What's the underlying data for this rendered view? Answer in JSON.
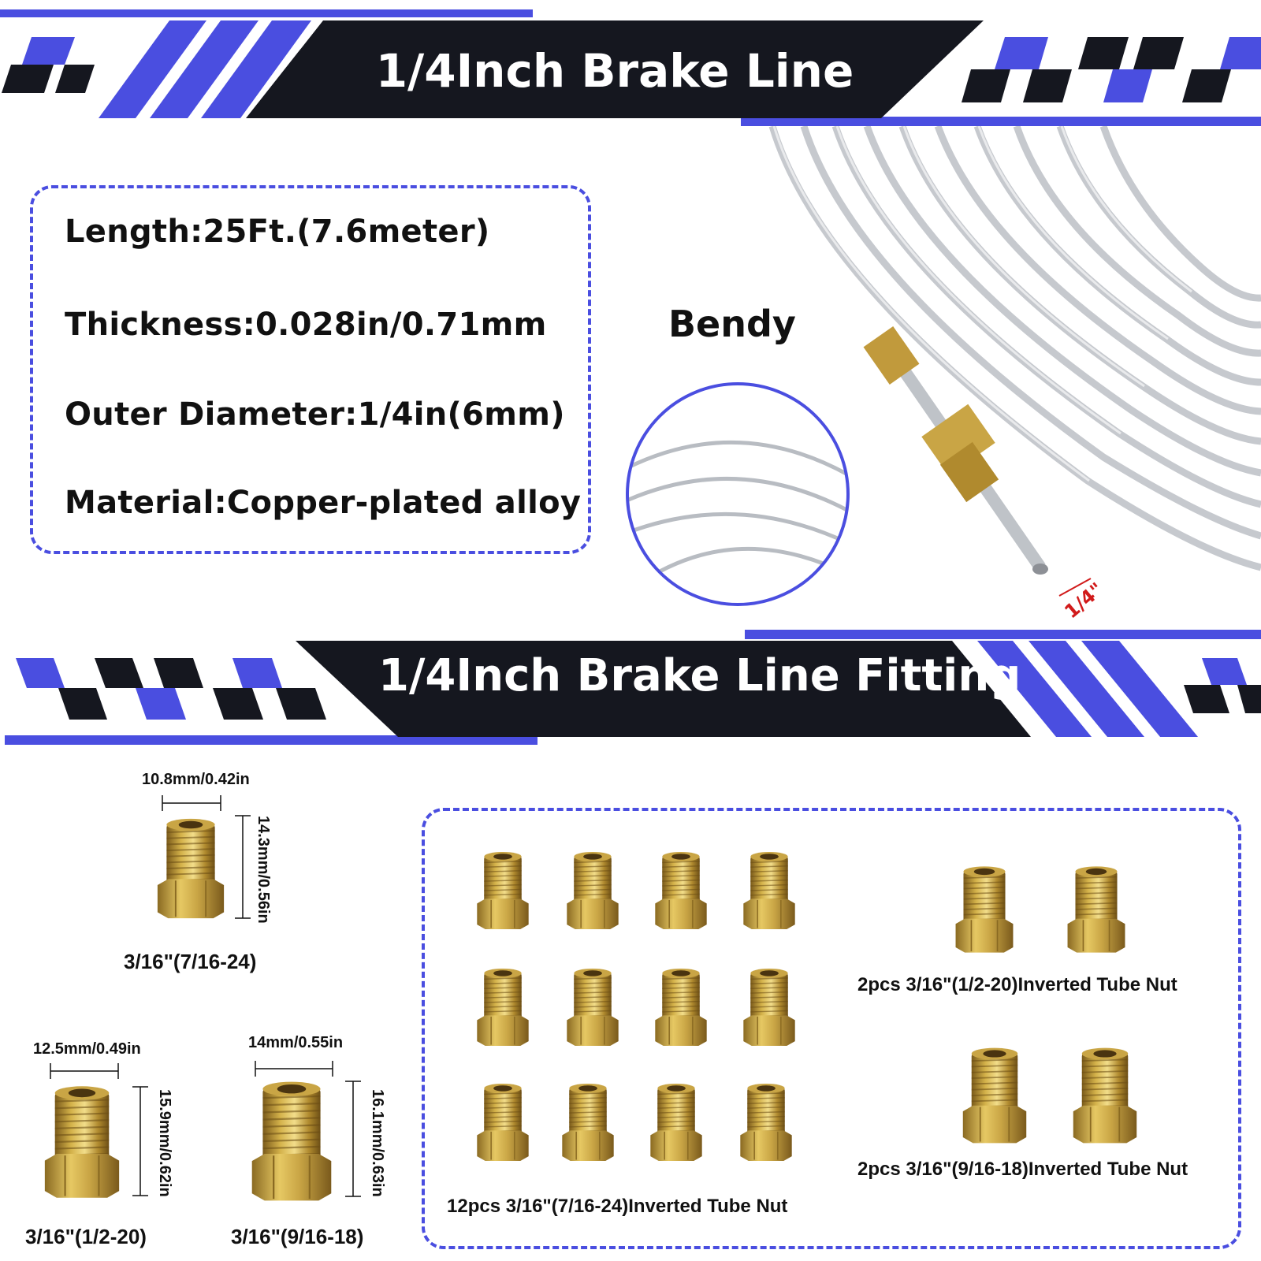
{
  "top_banner": {
    "title": "1/4Inch Brake Line"
  },
  "specs": {
    "length": "Length:25Ft.(7.6meter)",
    "thickness": "Thickness:0.028in/0.71mm",
    "outer_diameter": "Outer Diameter:1/4in(6mm)",
    "material": "Material:Copper-plated alloy"
  },
  "bendy": {
    "label": "Bendy"
  },
  "tube_size_label": "1/4\"",
  "fitting_banner": {
    "title": "1/4Inch Brake Line Fitting"
  },
  "fittings": {
    "a": {
      "width": "10.8mm/0.42in",
      "height": "14.3mm/0.56in",
      "name": "3/16\"(7/16-24)"
    },
    "b": {
      "width": "12.5mm/0.49in",
      "height": "15.9mm/0.62in",
      "name": "3/16\"(1/2-20)"
    },
    "c": {
      "width": "14mm/0.55in",
      "height": "16.1mm/0.63in",
      "name": "3/16\"(9/16-18)"
    }
  },
  "kit": {
    "group_small": "12pcs 3/16\"(7/16-24)Inverted Tube Nut",
    "group_medium": "2pcs 3/16\"(1/2-20)Inverted Tube Nut",
    "group_large": "2pcs 3/16\"(9/16-18)Inverted Tube Nut"
  },
  "colors": {
    "accent_blue": "#4a4ee0",
    "banner_dark": "#15171f",
    "dimension_red": "#d11a1a"
  }
}
